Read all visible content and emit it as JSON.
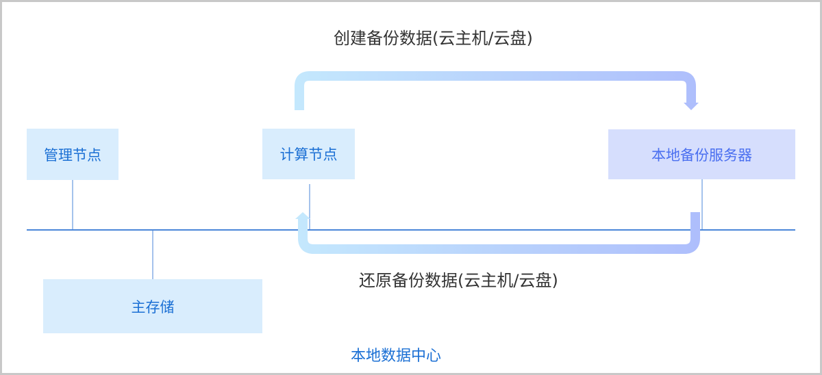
{
  "nodes": {
    "management": "管理节点",
    "compute": "计算节点",
    "backup_server": "本地备份服务器",
    "primary_storage": "主存储"
  },
  "flows": {
    "create": "创建备份数据(云主机/云盘)",
    "restore": "还原备份数据(云主机/云盘)"
  },
  "datacenter_label": "本地数据中心",
  "colors": {
    "node_fill": "#d9edfd",
    "backup_fill": "#d6defd",
    "text_blue": "#1a6fd4",
    "bus": "#4a86d8",
    "arrow_start": "#c4e8fd",
    "arrow_end": "#aebefc"
  }
}
